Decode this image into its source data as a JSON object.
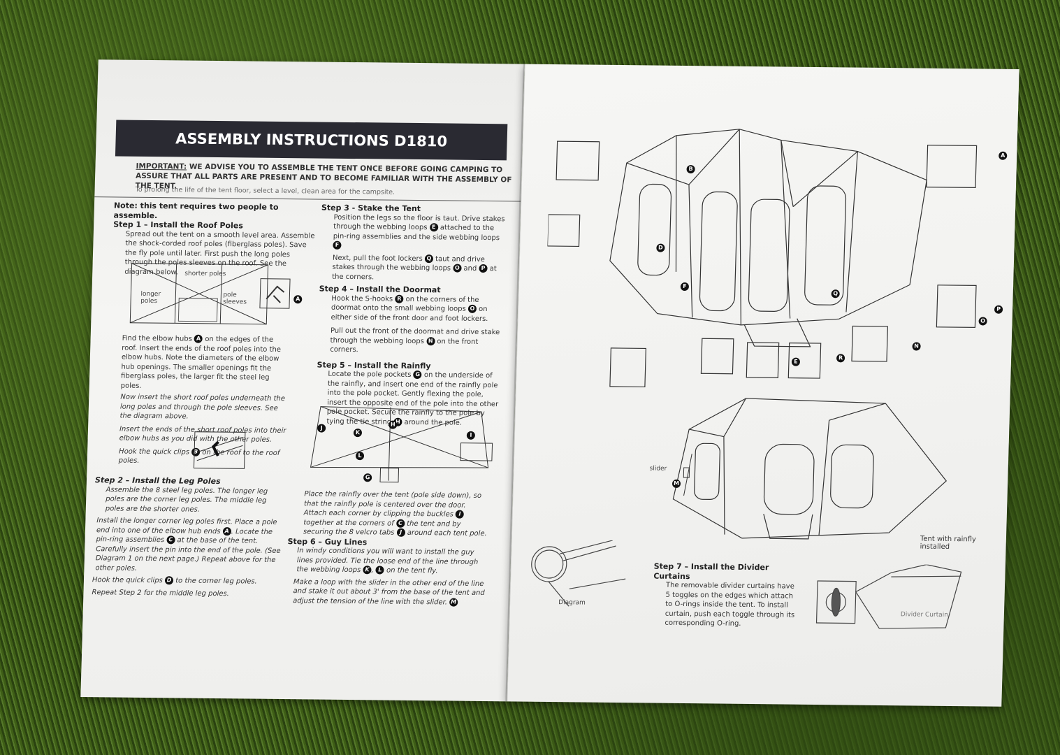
{
  "left_page": {
    "banner_title": "ASSEMBLY INSTRUCTIONS D1810",
    "important_label": "IMPORTANT:",
    "important_text": "WE ADVISE YOU TO ASSEMBLE THE TENT ONCE BEFORE GOING CAMPING TO ASSURE THAT ALL PARTS ARE PRESENT AND TO BECOME FAMILIAR WITH THE ASSEMBLY OF THE TENT.",
    "prolong_text": "To prolong the life of the tent floor, select a level, clean area for the campsite.",
    "note": "Note: this tent requires two people to assemble.",
    "step1": {
      "title": "Step 1 – Install the Roof Poles",
      "p1": "Spread out the tent on a smooth level area. Assemble the shock-corded roof poles (fiberglass poles). Save the fly pole until later. First push the long poles through the poles sleeves on the roof. See the diagram below.",
      "diagram_labels": {
        "shorter": "shorter poles",
        "longer": "longer poles",
        "sleeves": "pole sleeves",
        "badge": "A"
      },
      "p2a": "Find the elbow hubs",
      "p2b": "on the edges of the roof. Insert the ends of the roof poles into the elbow hubs. Note the diameters of the elbow hub openings. The smaller openings fit the fiberglass poles, the larger fit the steel leg poles.",
      "p3": "Now insert the short roof poles underneath the long poles and through the pole sleeves. See the diagram above.",
      "p4": "Insert the ends of the short roof poles into their elbow hubs as you did with the other poles.",
      "p5a": "Hook the quick clips",
      "p5b": "on the roof to the roof poles."
    },
    "step2": {
      "title": "Step 2 – Install the Leg Poles",
      "p1": "Assemble the 8 steel leg poles. The longer leg poles are the corner leg poles. The middle leg poles are the shorter ones.",
      "p2a": "Install the longer corner leg poles first. Place a pole end into one of the elbow hub ends",
      "p2b": ". Locate the pin-ring assemblies",
      "p2c": "at the base of the tent. Carefully insert the pin into the end of the pole. (See Diagram 1 on the next page.) Repeat above for the other poles.",
      "p3a": "Hook the quick clips",
      "p3b": "to the corner leg poles.",
      "p4": "Repeat Step 2 for the middle leg poles."
    },
    "step3": {
      "title": "Step 3 - Stake the Tent",
      "p1a": "Position the legs so the floor is taut. Drive stakes through the webbing loops",
      "p1b": "attached to the pin-ring assemblies and the side webbing loops",
      "p2a": "Next, pull the foot lockers",
      "p2b": "taut and drive stakes through the webbing loops",
      "p2c": "and",
      "p2d": "at the corners."
    },
    "step4": {
      "title": "Step 4 – Install the Doormat",
      "p1a": "Hook the S-hooks",
      "p1b": "on the corners of the doormat onto the small webbing loops",
      "p1c": "on either side of the front door and foot lockers.",
      "p2a": "Pull out the front of the doormat and drive stake through the webbing loops",
      "p2b": "on the front corners."
    },
    "step5": {
      "title": "Step 5 – Install the Rainfly",
      "p1a": "Locate the pole pockets",
      "p1b": "on the underside of the rainfly, and insert one end of the rainfly pole into the pole pocket. Gently flexing the pole, insert the opposite end of the pole into the other pole pocket. Secure the rainfly to the pole by tying the tie string",
      "p1c": "around the pole.",
      "p2a": "Place the rainfly over the tent (pole side down), so that the rainfly pole is centered over the door. Attach each corner by clipping the buckles",
      "p2b": "together at the corners of",
      "p2c": "the tent and by securing the 8 velcro tabs",
      "p2d": "around each tent pole."
    },
    "step6": {
      "title": "Step 6 – Guy Lines",
      "p1a": "In windy conditions you will want to install the guy lines provided. Tie the loose end of the line through the webbing loops",
      "p1b": ",",
      "p1c": "on the tent fly.",
      "p2": "Make a loop with the slider in the other end of the line and stake it out about 3' from the base of the tent and adjust the tension of the line with the slider."
    },
    "rainfly_diagram_labels": [
      "H",
      "I",
      "J",
      "K",
      "L",
      "G"
    ]
  },
  "right_page": {
    "tent_callouts": [
      "A",
      "B",
      "D",
      "F",
      "O",
      "P",
      "N",
      "R",
      "E",
      "Q"
    ],
    "slider_label": "slider",
    "slider_badge": "M",
    "rainfly_caption": "Tent with rainfly installed",
    "diagram_caption": "Diagram",
    "step7": {
      "title": "Step 7 – Install the Divider Curtains",
      "p1": "The removable divider curtains have 5 toggles on the edges which attach to O-rings inside the tent. To install curtain, push each toggle through its corresponding O-ring."
    },
    "divider_caption": "Divider Curtain"
  },
  "colors": {
    "banner": "#2a2a32",
    "paper": "#f3f3f1",
    "grass": "#33501a"
  }
}
